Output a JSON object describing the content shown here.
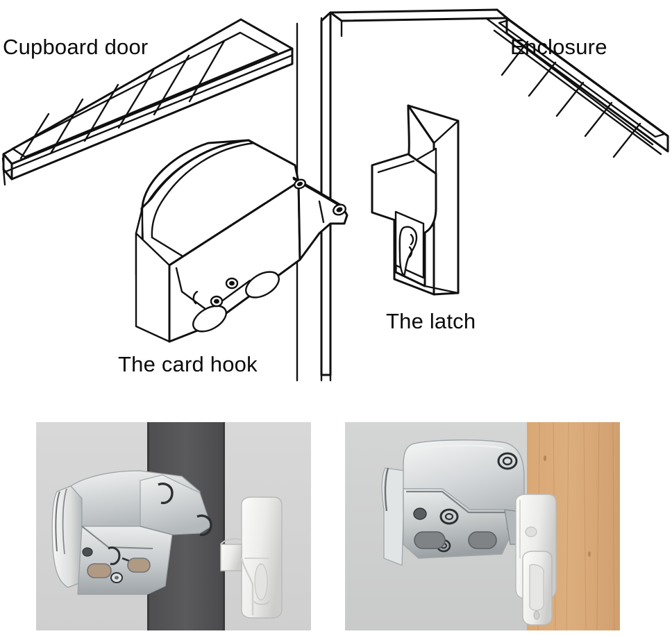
{
  "figure": {
    "type": "product-instruction-figure",
    "subject": "Push-to-open cupboard door catch (card hook) and latch",
    "background_color": "#ffffff"
  },
  "diagram": {
    "labels": {
      "cupboard_door": "Cupboard door",
      "enclosure": "Enclosure",
      "card_hook": "The card hook",
      "latch": "The latch"
    },
    "line_color": "#101010",
    "parts": [
      {
        "name": "cupboard-door-panel",
        "description": "left hatched panel drawn in isometric perspective"
      },
      {
        "name": "enclosure-panel",
        "description": "right hatched panel drawn in isometric perspective"
      },
      {
        "name": "card-hook-body",
        "description": "the spring catch housing mounted on the cupboard door"
      },
      {
        "name": "latch-body",
        "description": "the strike / latch plate mounted on the enclosure"
      }
    ]
  },
  "photos": [
    {
      "name": "photo-dark-door",
      "caption": "",
      "panel_color": "#555558",
      "background_color": "#d3d3d3",
      "hardware_color": "#c9cbcc",
      "latch_color": "#f2f2f0",
      "description": "Chrome card hook mounted beside a dark grey door panel with the white latch on the right"
    },
    {
      "name": "photo-wood-door",
      "caption": "",
      "panel_color": "#d9a875",
      "background_color": "#cfd0d0",
      "hardware_color": "#c9cbcc",
      "latch_color": "#f2f2f0",
      "description": "Chrome card hook engaged with the white latch against a beech wood panel"
    }
  ],
  "colors": {
    "ink": "#101010",
    "dark_panel": "#555558",
    "wood_panel": "#d9a875",
    "photo_bg_left": "#d3d3d3",
    "photo_bg_right": "#cfd0d0",
    "metal_light": "#e6e8e9",
    "metal_mid": "#c4c7c9",
    "metal_dark": "#8f9497",
    "plastic_white": "#f4f4f2"
  }
}
